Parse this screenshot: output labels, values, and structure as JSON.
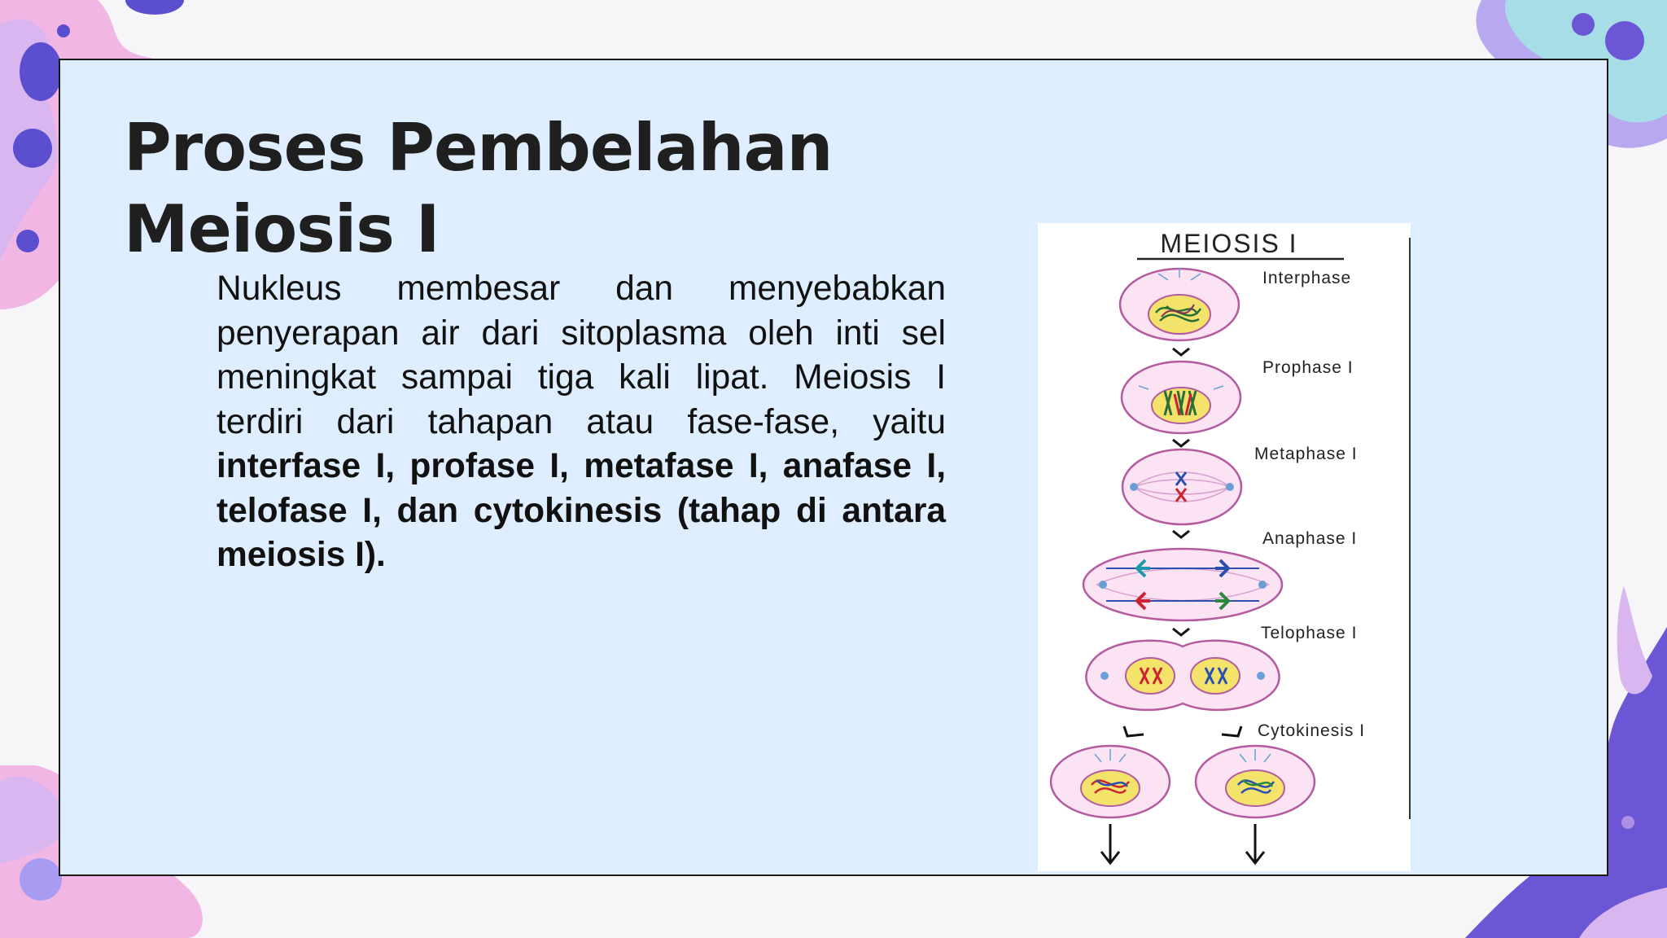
{
  "slide": {
    "title": "Proses Pembelahan Meiosis I",
    "paragraph": {
      "intro": "Nukleus membesar dan menyebabkan penyerapan air dari sitoplasma oleh inti sel meningkat sampai tiga kali lipat. Meiosis I terdiri dari tahapan atau fase-fase, yaitu ",
      "emphasis": "interfase I, profase I, metafase I, anafase I, telofase I, dan cytokinesis (tahap di antara meiosis I)."
    }
  },
  "figure": {
    "heading": "MEIOSIS I",
    "stages": [
      "Interphase",
      "Prophase I",
      "Metaphase I",
      "Anaphase I",
      "Telophase I",
      "Cytokinesis I"
    ]
  },
  "colors": {
    "frame_bg": "#dfeeff",
    "cell_fill": "#fbe3f3",
    "cell_stroke": "#b45a9e",
    "nucleus_fill": "#f3e36b",
    "accent_purple": "#6b57d6",
    "accent_pink": "#f2b3e6"
  }
}
